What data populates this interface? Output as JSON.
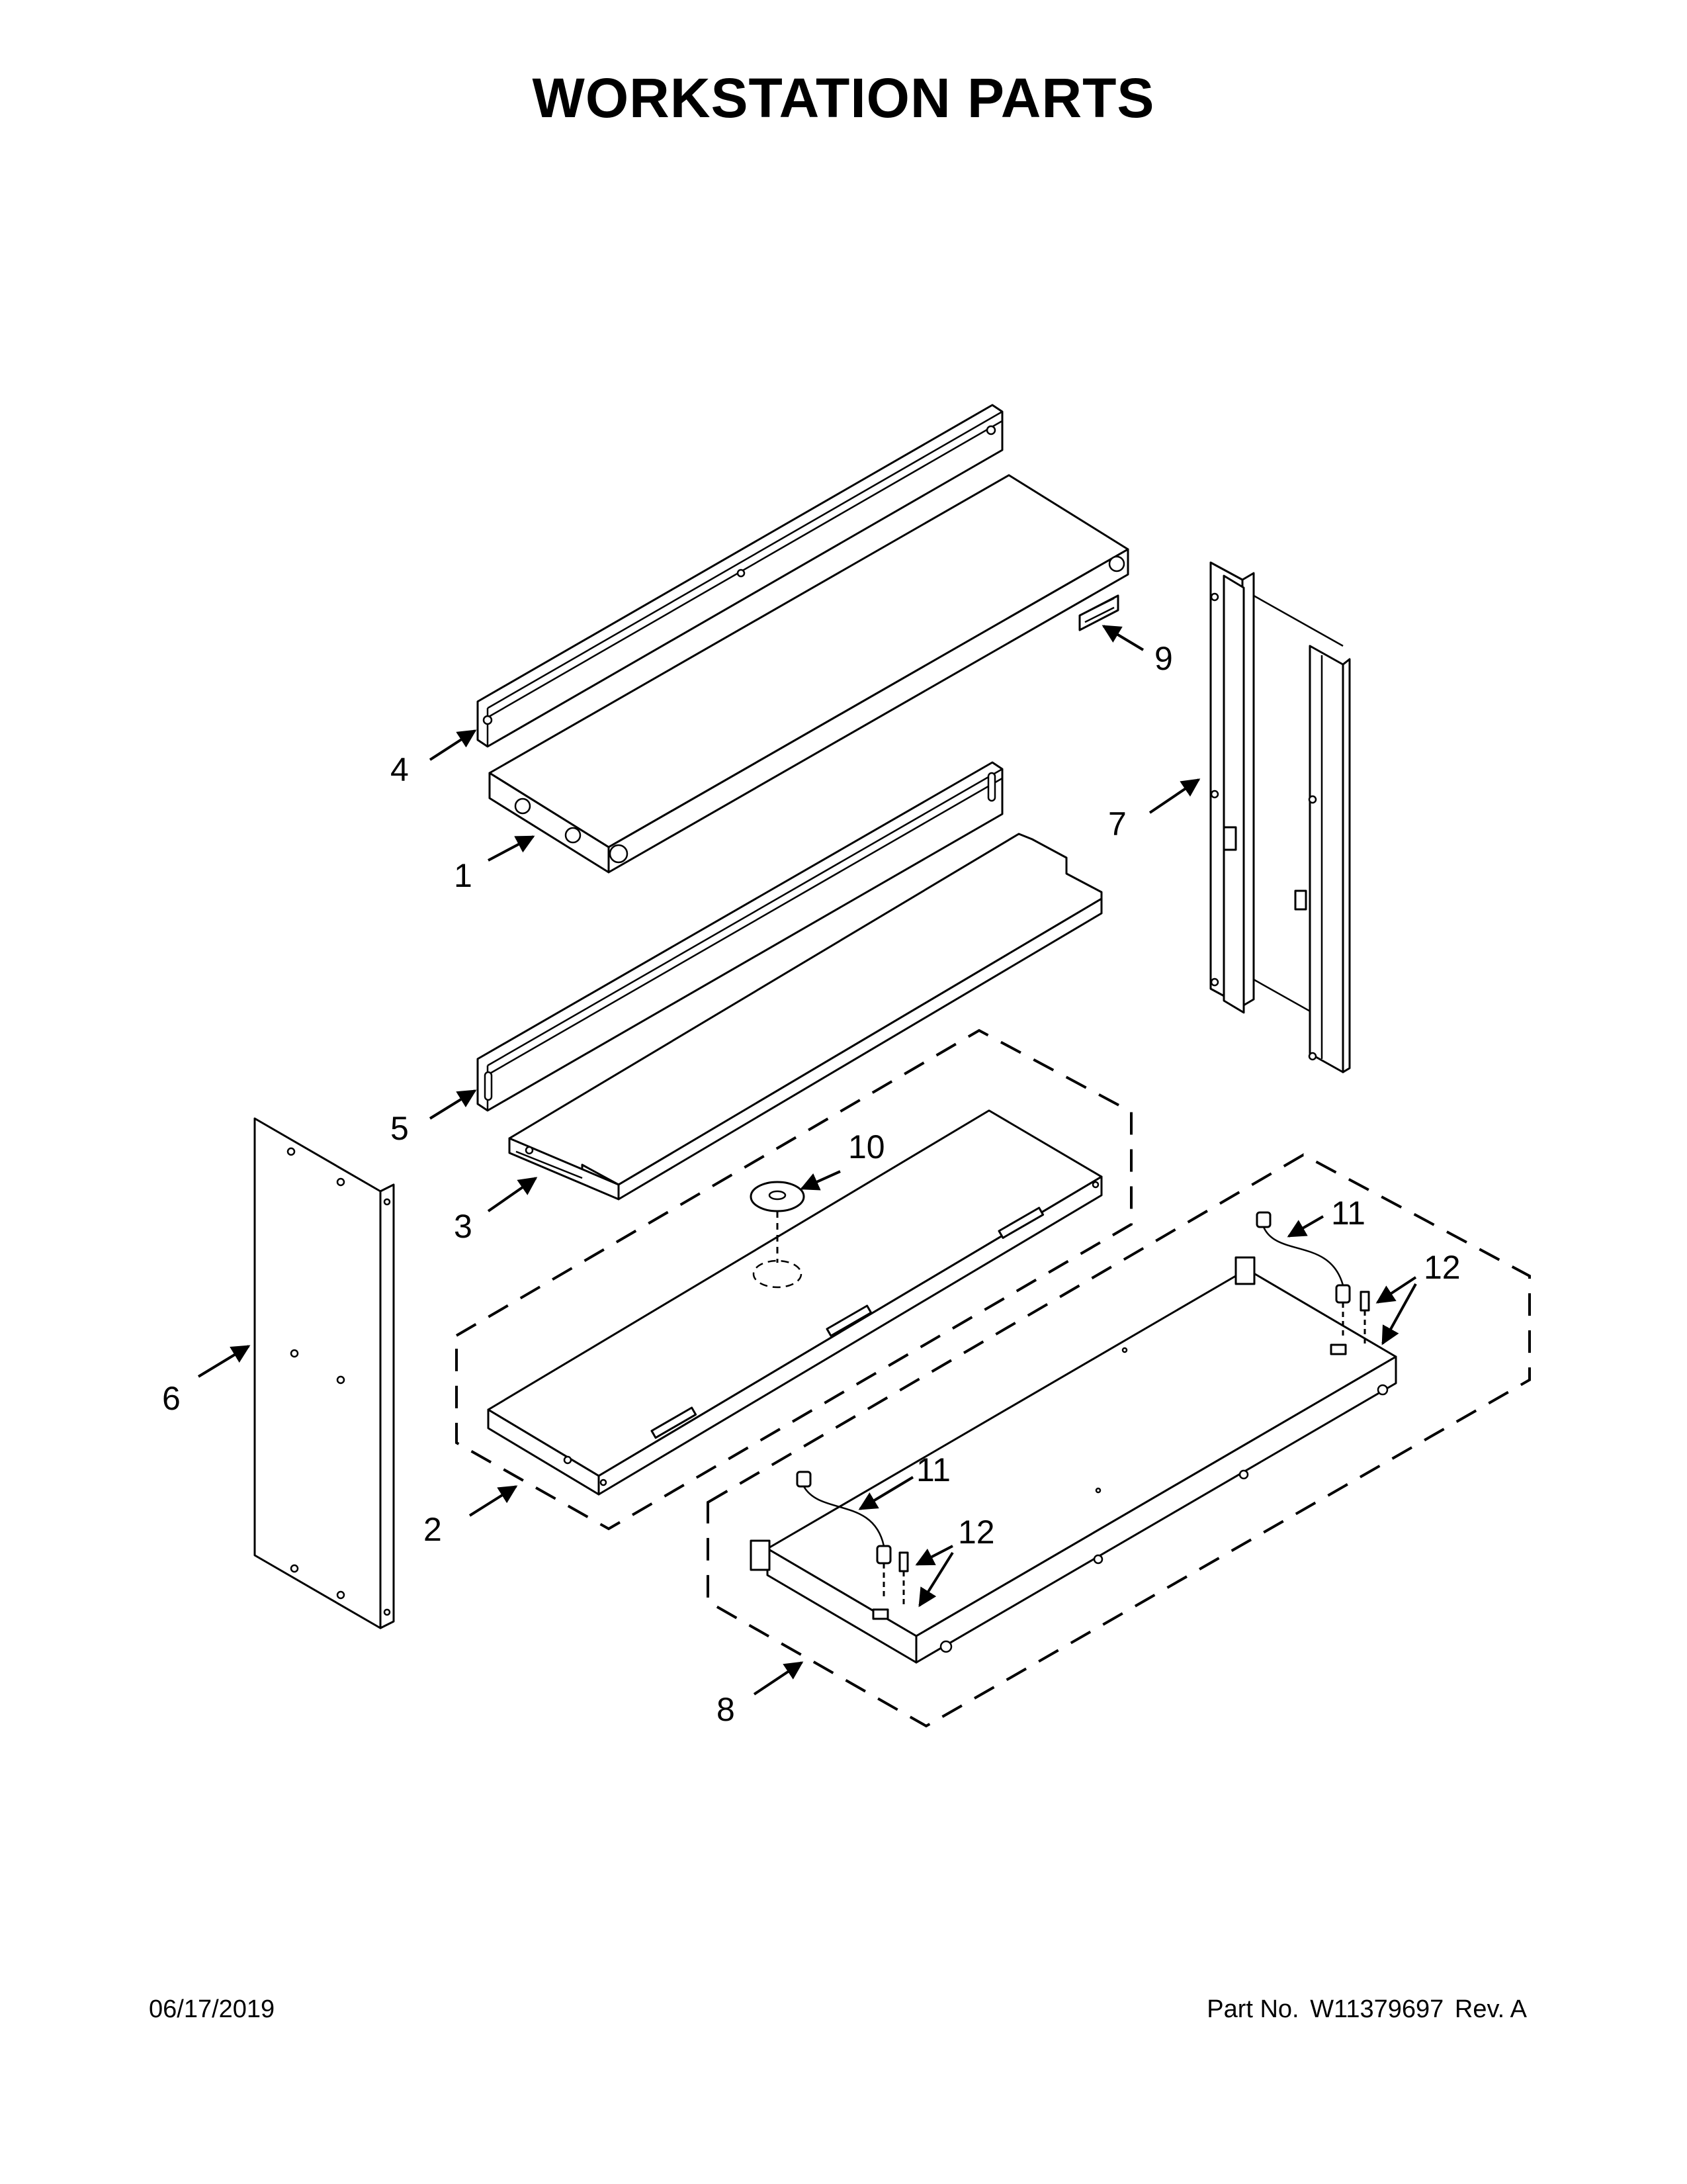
{
  "title": "WORKSTATION PARTS",
  "footer": {
    "date": "06/17/2019",
    "part_label": "Part No.",
    "part_number": "W11379697",
    "revision": "Rev. A"
  },
  "callouts": {
    "c1": "1",
    "c2": "2",
    "c3": "3",
    "c4": "4",
    "c5": "5",
    "c6": "6",
    "c7": "7",
    "c8": "8",
    "c9": "9",
    "c10": "10",
    "c11a": "11",
    "c11b": "11",
    "c12a": "12",
    "c12b": "12"
  }
}
